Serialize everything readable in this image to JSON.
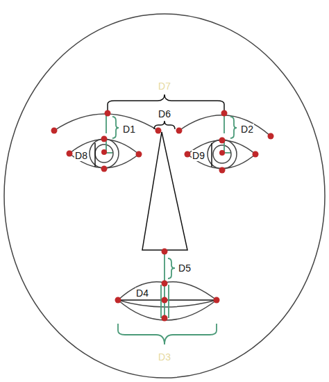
{
  "diagram": {
    "labels": [
      "D7",
      "D6",
      "D1",
      "D2",
      "D8",
      "D9",
      "D5",
      "D4",
      "D3"
    ]
  }
}
